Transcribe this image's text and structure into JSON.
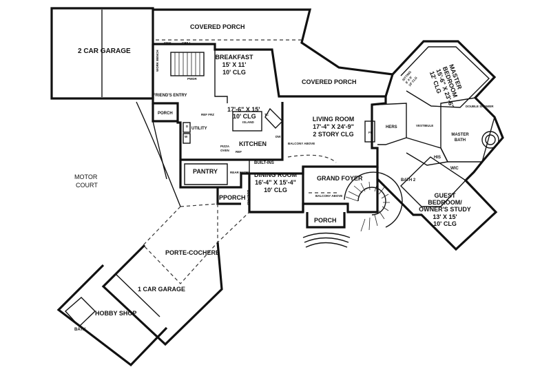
{
  "rooms": {
    "two_car_garage": "2 CAR GARAGE",
    "covered_porch_top": "COVERED PORCH",
    "breakfast": [
      "BREAKFAST",
      "15' X 11'",
      "10' CLG"
    ],
    "covered_porch_mid": "COVERED PORCH",
    "master_bedroom": [
      "MASTER",
      "BEDROOM",
      "15'-6\" X 23'-6\"",
      "12' CLG"
    ],
    "kitchen": [
      "17'-6\" X 15'",
      "10' CLG"
    ],
    "kitchen_name": "KITCHEN",
    "living_room": [
      "LIVING ROOM",
      "17'-4\" X 24'-9\"",
      "2 STORY CLG"
    ],
    "pantry": "PANTRY",
    "dining_room": [
      "DINING ROOM",
      "16'-4\" X 15'-4\"",
      "10' CLG"
    ],
    "grand_foyer": "GRAND FOYER",
    "porch_left": "PORCH",
    "porch_front": "PORCH",
    "pporch": "PPORCH",
    "motor_court": [
      "MOTOR",
      "COURT"
    ],
    "porte_cochere": "PORTE-COCHERE",
    "one_car_garage": "1 CAR GARAGE",
    "hobby_shop": "HOBBY SHOP",
    "bath": "BATH",
    "guest_bedroom": [
      "GUEST",
      "BEDROOM/",
      "OWNER'S STUDY",
      "13' X 15'",
      "10' CLG"
    ],
    "master_bath": [
      "MASTER",
      "BATH"
    ],
    "hers": "HERS",
    "his": "HIS",
    "wic": "WIC",
    "bath2": "BATH 2",
    "vestibule": "VESTIBULE",
    "utility": "UTILITY",
    "friends_entry": "FRIEND'S ENTRY",
    "rear_entry": "REAR ENTRY",
    "built_ins_top": "BUILT-INS",
    "built_ins_side": "BUILT-INS",
    "work_bench": "WORK BENCH",
    "pwdr": "PWDR",
    "island": "ISLAND",
    "fp": "FP",
    "pizza_oven": [
      "PIZZA",
      "OVEN"
    ],
    "balcony_above": "BALCONY ABOVE",
    "balcony_above_2": "BALCONY ABOVE",
    "double_shower": "DOUBLE SHOWER",
    "sitting": [
      "SITTING",
      "8' X 8'",
      "10' CLG"
    ],
    "tiny": {
      "d": "D",
      "w": "W",
      "ref": "REF",
      "dw": "DW",
      "tc": "TC",
      "sink": "SINK",
      "grill": "GRILL",
      "ref_frz": "REF  FRZ"
    }
  }
}
